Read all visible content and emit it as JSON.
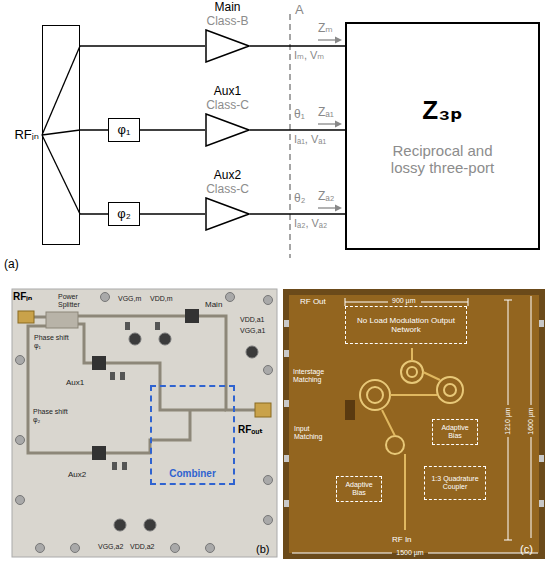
{
  "diagram": {
    "nodes": [
      {
        "text": [
          "RFᵢₙ"
        ]
      },
      {
        "text": [
          "Main",
          "Class-B"
        ]
      },
      {
        "text": [
          "φ₁"
        ]
      },
      {
        "text": [
          "Aux1",
          "Class-C"
        ]
      },
      {
        "text": [
          "φ₂"
        ]
      },
      {
        "text": [
          "Aux2",
          "Class-C"
        ]
      },
      {
        "text": [
          "Z₃ₚ",
          "Reciprocal and lossy three-port"
        ]
      },
      {
        "text": [
          "Combiner"
        ]
      },
      {
        "text": [
          "No Load Modulation Output Network"
        ]
      },
      {
        "text": [
          "Adaptive Bias"
        ]
      },
      {
        "text": [
          "1:3 Quadrature Coupler"
        ]
      },
      {
        "text": [
          "Adaptive Bias"
        ]
      }
    ],
    "edges": [
      {
        "from": 0,
        "to": 1,
        "arrow": "none"
      },
      {
        "from": 0,
        "to": 2,
        "arrow": "none"
      },
      {
        "from": 2,
        "to": 3,
        "arrow": "none"
      },
      {
        "from": 0,
        "to": 4,
        "arrow": "none"
      },
      {
        "from": 4,
        "to": 5,
        "arrow": "none"
      },
      {
        "from": 1,
        "to": 6,
        "arrow": "none"
      },
      {
        "from": 3,
        "to": 6,
        "arrow": "none"
      },
      {
        "from": 5,
        "to": 6,
        "arrow": "none"
      }
    ],
    "labels": [
      "A",
      "Zₘ",
      "Iₘ, Vₘ",
      "θ₁",
      "Zₐ₁",
      "Iₐ₁, Vₐ₁",
      "θ₂",
      "Zₐ₂",
      "Iₐ₂, Vₐ₂",
      "(a)",
      "RFᵢₙ",
      "Power Splitter",
      "VGG,m",
      "VDD,m",
      "Main",
      "VDD,a1",
      "VGG,a1",
      "Phase shift φ₁",
      "Aux1",
      "Phase shift φ₂",
      "Aux2",
      "RFₒᵤₜ",
      "VGG,a2",
      "VDD,a2",
      "(b)",
      "RF Out",
      "900 µm",
      "Interstage Matching",
      "Input Matching",
      "RF In",
      "1500 µm",
      "1210 µm",
      "1600 µm",
      "(c)"
    ]
  }
}
